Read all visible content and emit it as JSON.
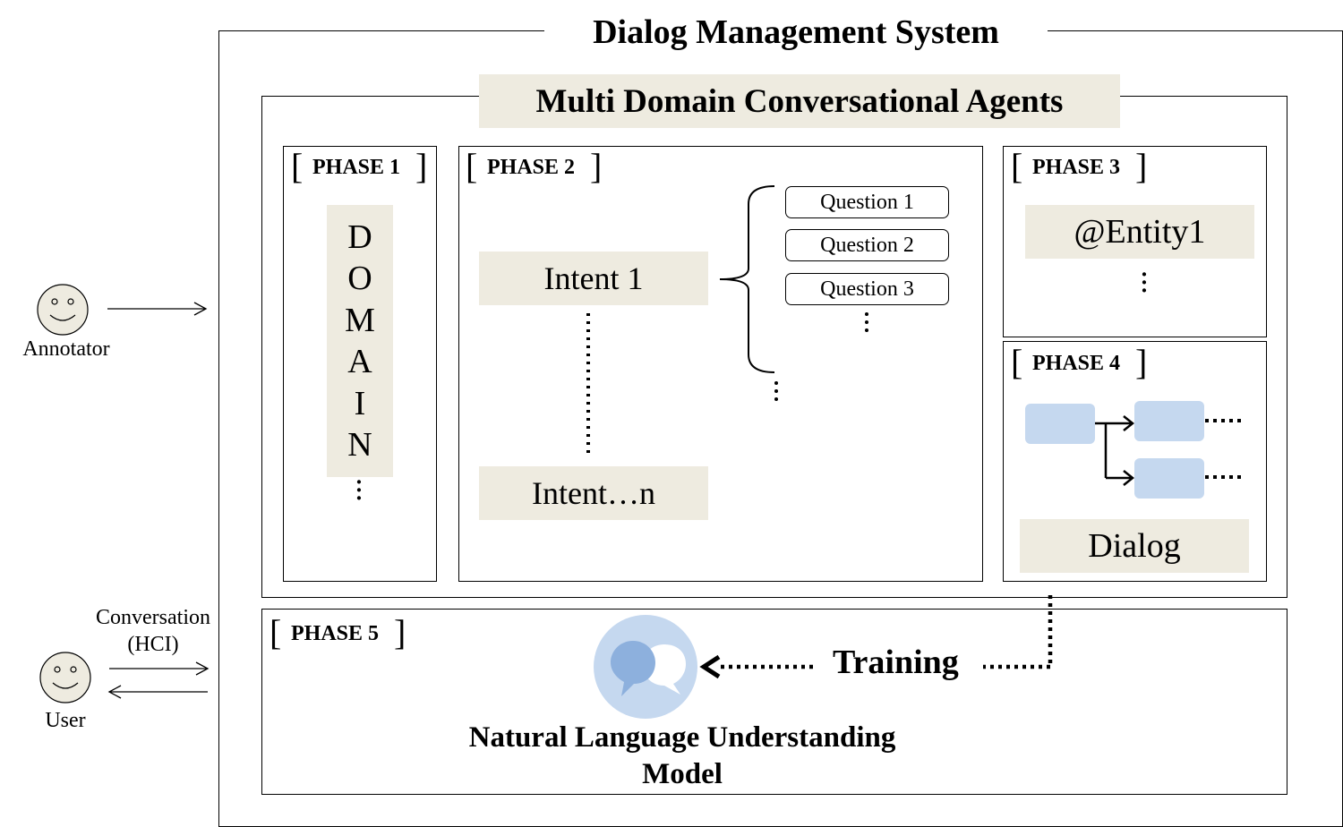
{
  "system_title": "Dialog Management System",
  "agents_title": "Multi Domain Conversational Agents",
  "phases": {
    "p1": "PHASE 1",
    "p2": "PHASE 2",
    "p3": "PHASE 3",
    "p4": "PHASE 4",
    "p5": "PHASE 5"
  },
  "domain_letters": [
    "D",
    "O",
    "M",
    "A",
    "I",
    "N"
  ],
  "intents": {
    "first": "Intent 1",
    "last": "Intent…n"
  },
  "questions": [
    "Question 1",
    "Question 2",
    "Question 3"
  ],
  "entity": "@Entity1",
  "dialog_label": "Dialog",
  "training_label": "Training",
  "nlu_model": {
    "line1": "Natural Language Understanding",
    "line2": "Model"
  },
  "actors": {
    "annotator": "Annotator",
    "user": "User",
    "conversation_line1": "Conversation",
    "conversation_line2": "(HCI)"
  },
  "colors": {
    "highlight": "#eeebe0",
    "flow_node": "#c5d8ef",
    "chat_circle": "#c5d8ef",
    "bubble_back": "#8db0dd"
  },
  "icons": {
    "face": "smiley-face-icon",
    "chat": "chat-bubbles-icon"
  }
}
